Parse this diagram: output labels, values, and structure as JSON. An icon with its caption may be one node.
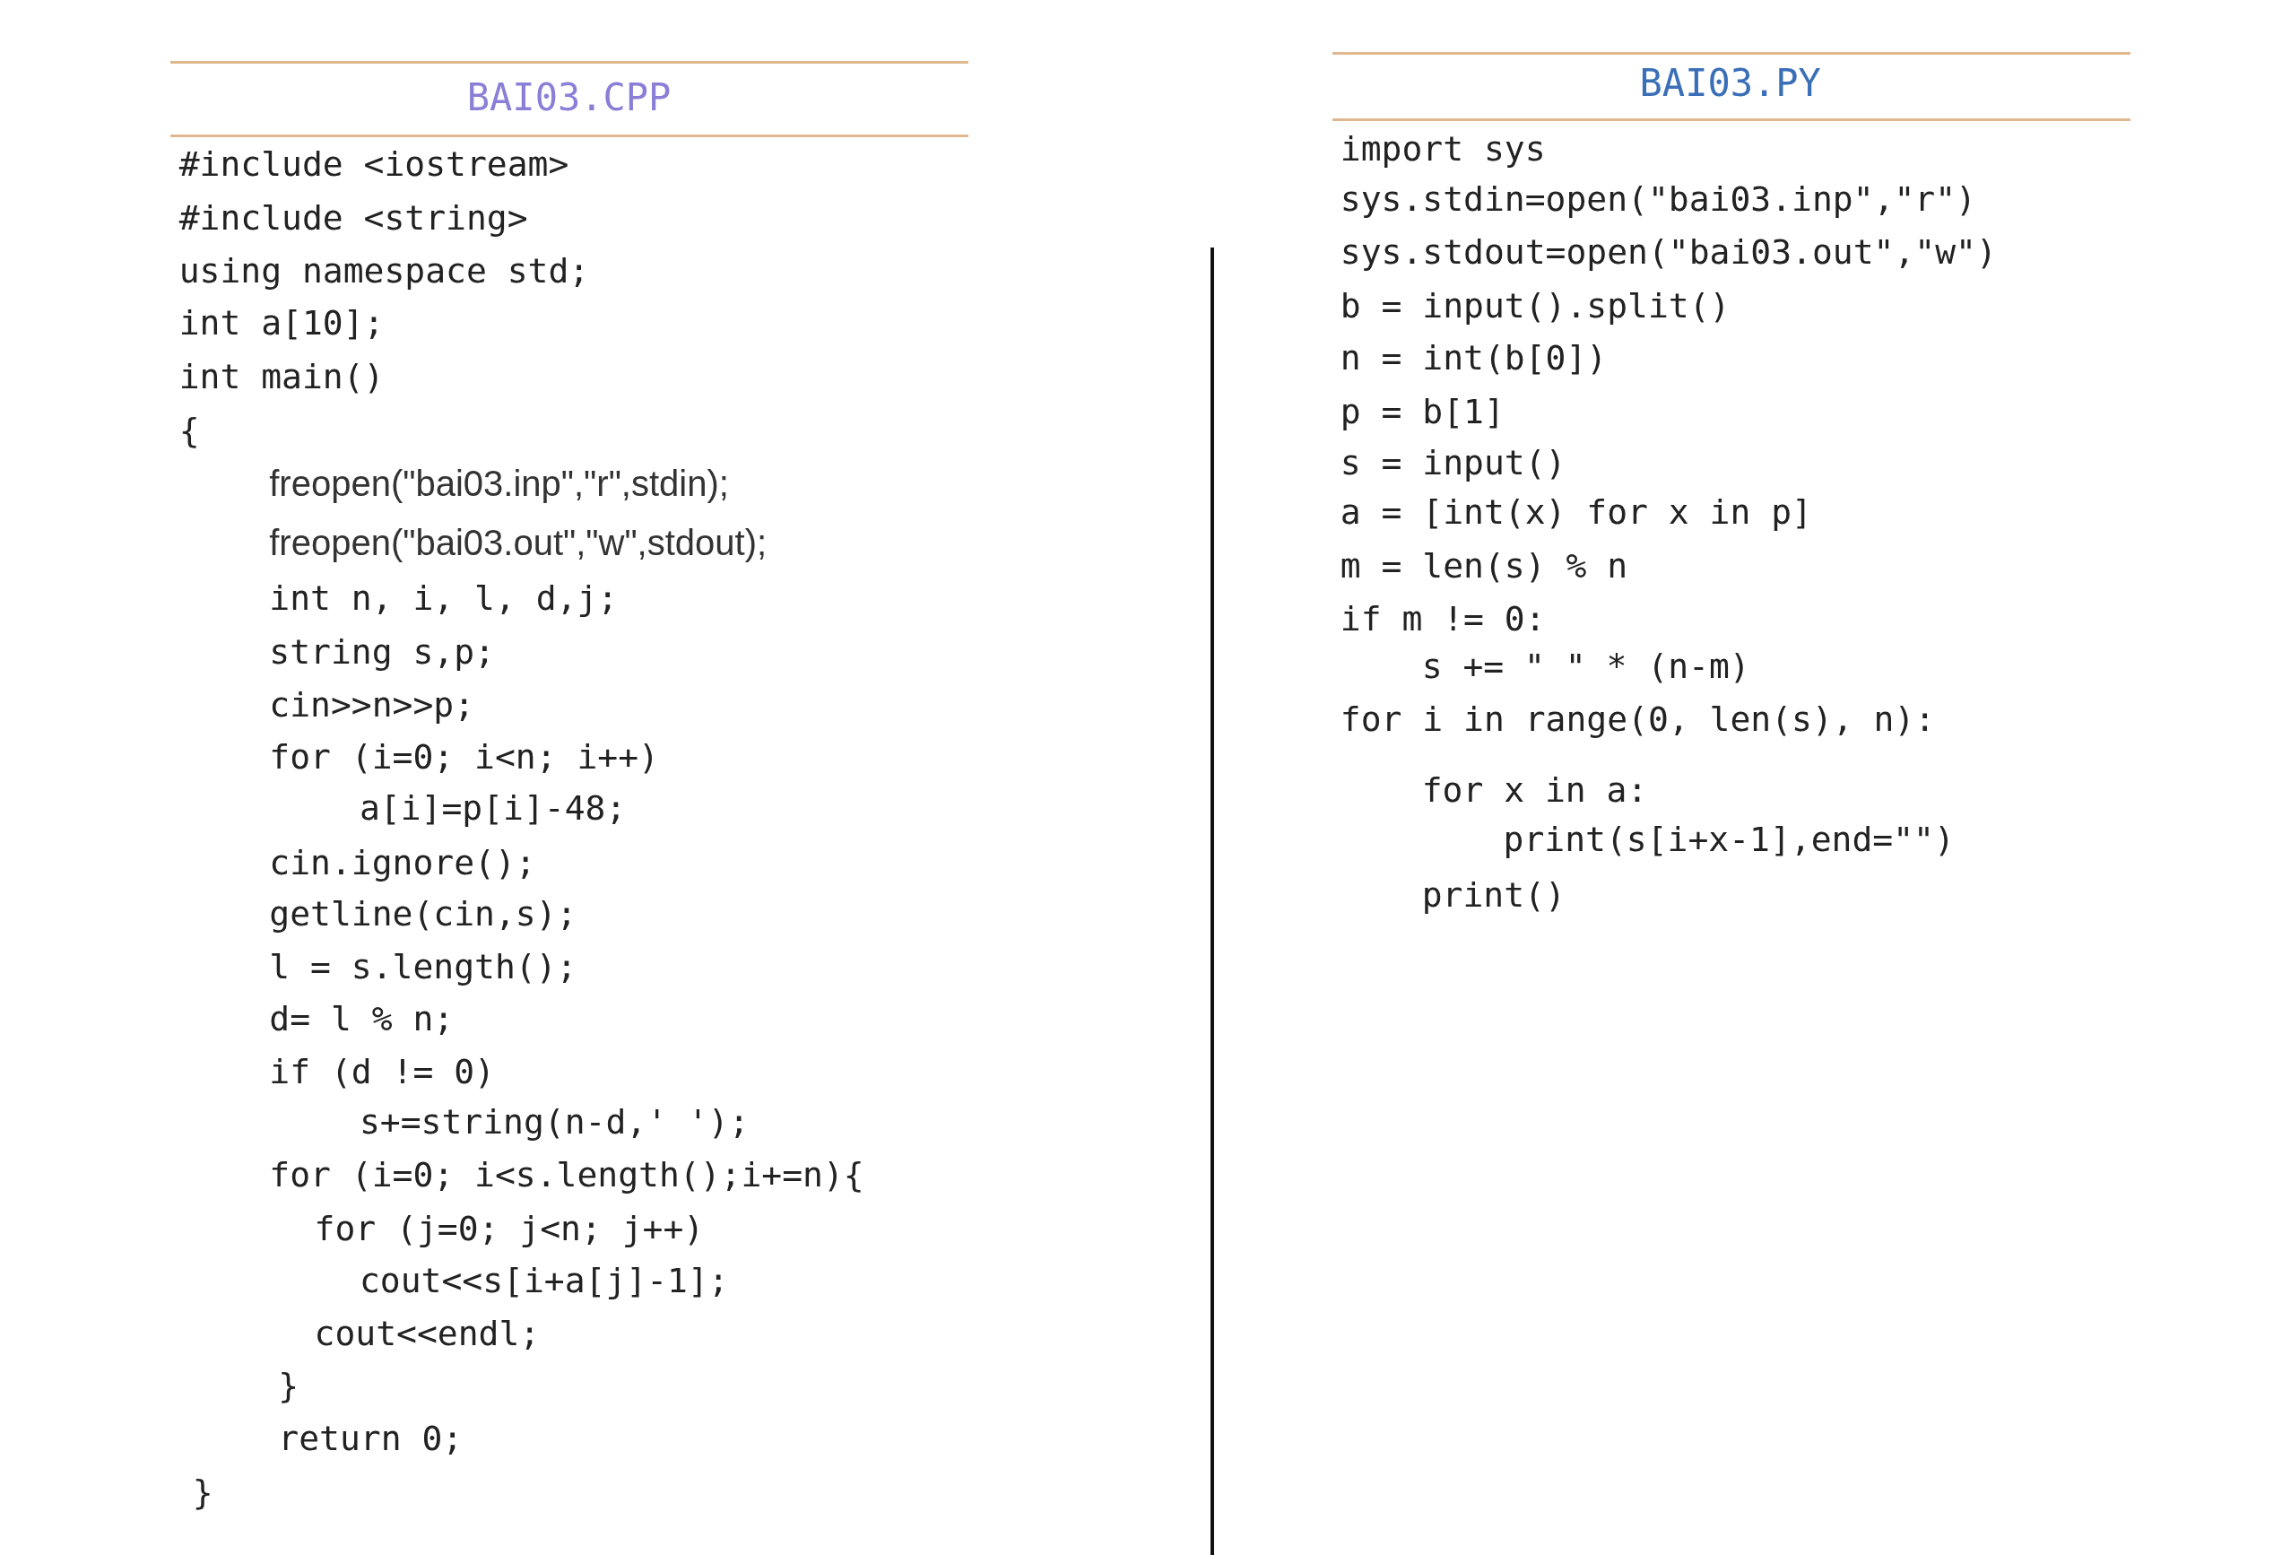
{
  "diagram": {
    "labels": [
      "BAI03.CPP",
      "#include <iostream>",
      "#include <string>",
      "using namespace std;",
      "int a[10];",
      "int main()",
      "{",
      "freopen(\"bai03.inp\",\"r\",stdin);",
      "freopen(\"bai03.out\",\"w\",stdout);",
      "int n, i, l, d,j;",
      "string s,p;",
      "cin>>n>>p;",
      "for (i=0; i<n; i++)",
      "a[i]=p[i]-48;",
      "cin.ignore();",
      "getline(cin,s);",
      "l = s.length();",
      "d= l % n;",
      "if (d != 0)",
      "s+=string(n-d,' ');",
      "for (i=0; i<s.length();i+=n){",
      "for (j=0; j<n; j++)",
      "cout<<s[i+a[j]-1];",
      "cout<<endl;",
      "}",
      "return 0;",
      "}",
      "BAI03.PY",
      "import sys",
      "sys.stdin=open(\"bai03.inp\",\"r\")",
      "sys.stdout=open(\"bai03.out\",\"w\")",
      "b = input().split()",
      "n = int(b[0])",
      "p = b[1]",
      "s = input()",
      "a = [int(x) for x in p]",
      "m = len(s) % n",
      "if m != 0:",
      "s += \" \" * (n-m)",
      "for i in range(0, len(s), n):",
      "for x in a:",
      "print(s[i+x-1],end=\"\")",
      "print()"
    ]
  }
}
